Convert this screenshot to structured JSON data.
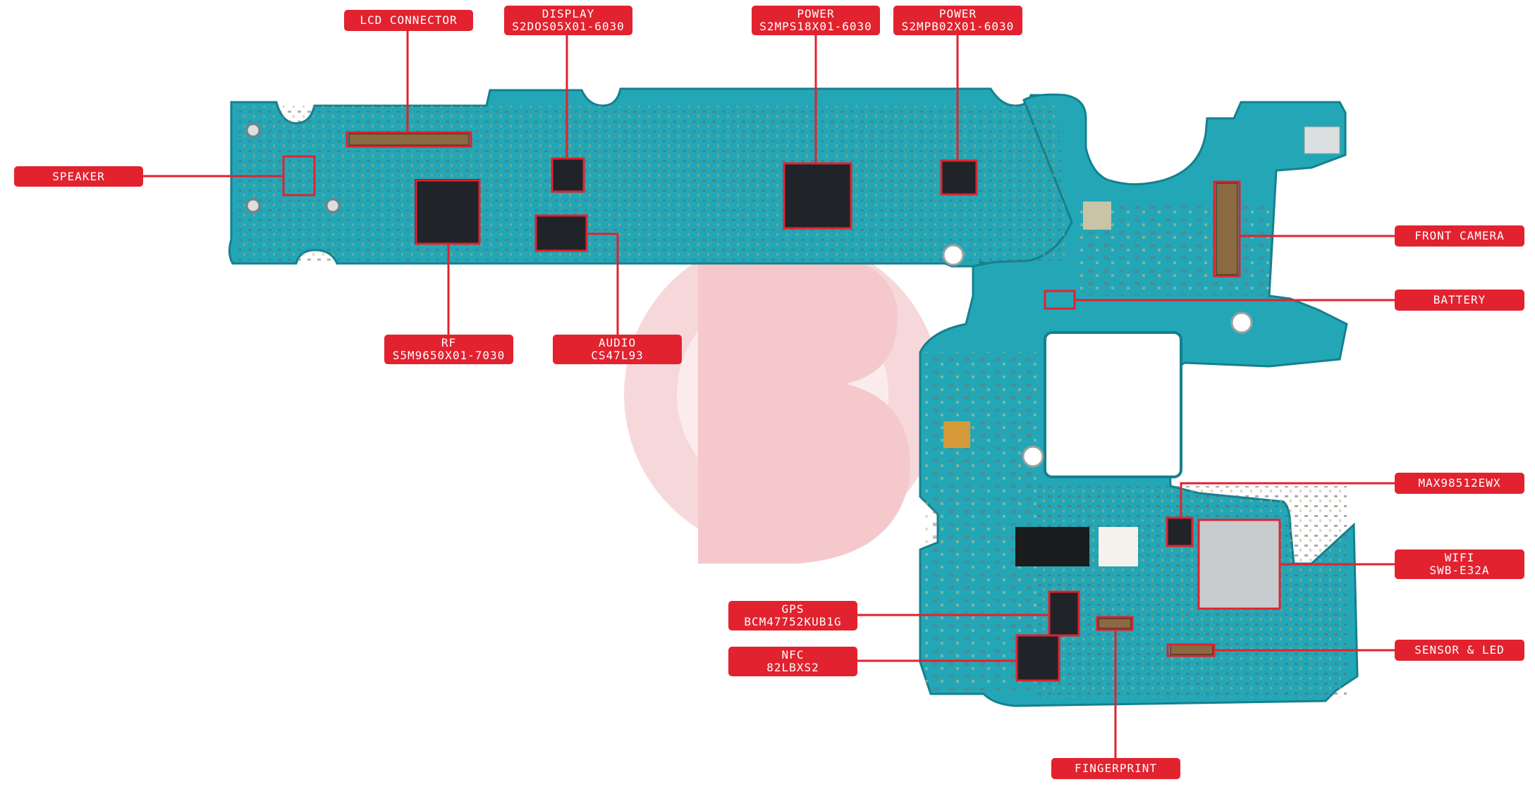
{
  "colors": {
    "background": "#ffffff",
    "label_fill": "#e2222f",
    "label_text": "#ffffff",
    "leader_line": "#e2222f",
    "board": "#23a7b6",
    "board_dark": "#15808e",
    "watermark": "#f2b9bc"
  },
  "labels": {
    "lcd_connector": {
      "l1": "LCD CONNECTOR"
    },
    "display": {
      "l1": "DISPLAY",
      "l2": "S2DOS05X01-6030"
    },
    "power_1": {
      "l1": "POWER",
      "l2": "S2MPS18X01-6030"
    },
    "power_2": {
      "l1": "POWER",
      "l2": "S2MPB02X01-6030"
    },
    "speaker": {
      "l1": "SPEAKER"
    },
    "rf": {
      "l1": "RF",
      "l2": "S5M9650X01-7030"
    },
    "audio": {
      "l1": "AUDIO",
      "l2": "CS47L93"
    },
    "front_camera": {
      "l1": "FRONT CAMERA"
    },
    "battery": {
      "l1": "BATTERY"
    },
    "max98512": {
      "l1": "MAX98512EWX"
    },
    "wifi": {
      "l1": "WIFI",
      "l2": "SWB-E32A"
    },
    "gps": {
      "l1": "GPS",
      "l2": "BCM47752KUB1G"
    },
    "nfc": {
      "l1": "NFC",
      "l2": "82LBXS2"
    },
    "sensor_led": {
      "l1": "SENSOR & LED"
    },
    "fingerprint": {
      "l1": "FINGERPRINT"
    }
  }
}
